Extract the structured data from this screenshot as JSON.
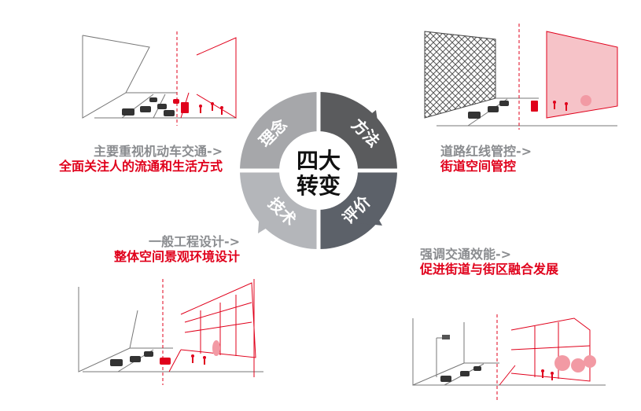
{
  "center": {
    "line1": "四大",
    "line2": "转变"
  },
  "segments": [
    {
      "label": "理念",
      "color": "#a6a7aa"
    },
    {
      "label": "方法",
      "color": "#5a5b5d"
    },
    {
      "label": "评价",
      "color": "#5c6169"
    },
    {
      "label": "技术",
      "color": "#b4b6ba"
    }
  ],
  "shifts": {
    "top_left": {
      "old": "主要重视机动车交通->",
      "new": "全面关注人的流通和生活方式"
    },
    "top_right": {
      "old": "道路红线管控->",
      "new": "街道空间管控"
    },
    "bottom_left": {
      "old": "一般工程设计->",
      "new": "整体空间景观环境设计"
    },
    "bottom_right": {
      "old": "强调交通效能->",
      "new": "促进街道与街区融合发展"
    }
  },
  "colors": {
    "accent_red": "#e0001b",
    "gray_text": "#8a8c8f",
    "center_text": "#111111"
  }
}
